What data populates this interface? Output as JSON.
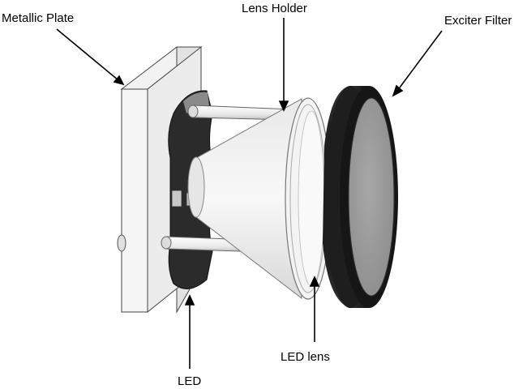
{
  "diagram": {
    "labels": {
      "metallic_plate": "Metallic Plate",
      "lens_holder": "Lens Holder",
      "exciter_filter": "Exciter Filter",
      "led": "LED",
      "led_lens": "LED lens"
    }
  }
}
